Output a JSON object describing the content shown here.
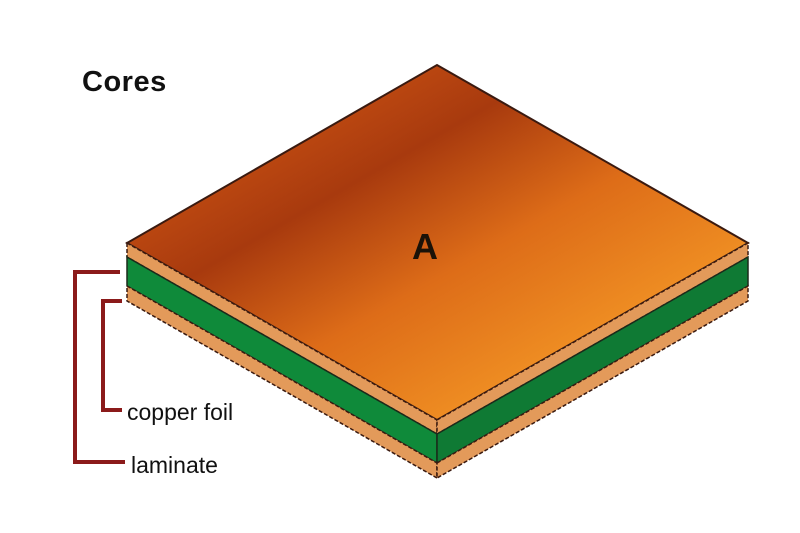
{
  "diagram": {
    "title": "Cores",
    "center_label": "A",
    "labels": {
      "copper_foil": "copper foil",
      "laminate": "laminate"
    },
    "colors": {
      "copper_top_dark": "#a4300c",
      "copper_top_mid": "#d25e14",
      "copper_top_light": "#ee8a22",
      "copper_edge": "#e39a5a",
      "laminate_green": "#0f8a3a",
      "outline": "#3a1a10",
      "bracket": "#8b1a1a"
    }
  }
}
